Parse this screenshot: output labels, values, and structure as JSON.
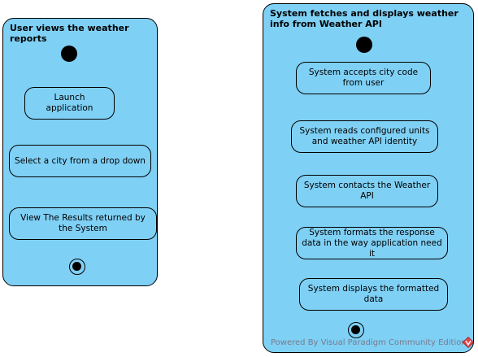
{
  "partitions": {
    "user": {
      "title": "User views the weather reports",
      "actions": [
        "Launch application",
        "Select a city from a drop down",
        "View The Results returned by the System"
      ]
    },
    "system": {
      "title": "System fetches and displays weather info from Weather API",
      "actions": [
        "System accepts city code from user",
        "System reads configured units and weather API identity",
        "System contacts the Weather API",
        "System formats the response data in the way application need it",
        "System displays the formatted data"
      ]
    }
  },
  "watermark": "Powered By Visual Paradigm Community Edition",
  "colors": {
    "partition_fill": "#7fd0f5",
    "outline": "#000000",
    "watermark_text": "#7a7a8a"
  }
}
